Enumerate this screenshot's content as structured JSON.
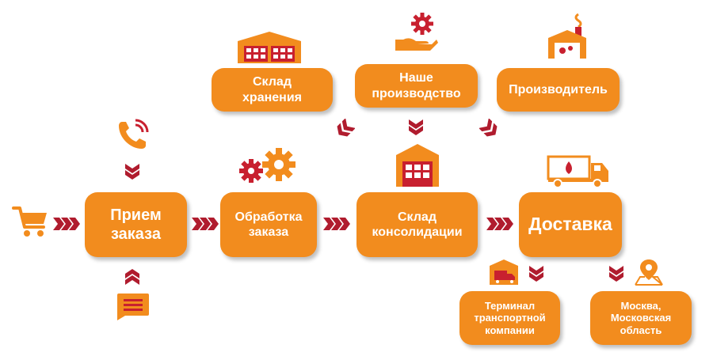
{
  "nodes": {
    "priem": "Прием\nзаказа",
    "obrabotka": "Обработка\nзаказа",
    "sklad_konsol": "Склад\nконсолидации",
    "dostavka": "Доставка",
    "sklad_hran": "Склад\nхранения",
    "nashe_proizv": "Наше\nпроизводство",
    "proizvoditel": "Производитель",
    "terminal": "Терминал\nтранспортной\nкомпании",
    "moskva": "Москва,\nМосковская\nобласть"
  },
  "colors": {
    "box": "#f28c1e",
    "arrow": "#b01c2e",
    "icon_orange": "#f28c1e",
    "icon_red": "#c8202f"
  },
  "icons": [
    "cart-icon",
    "phone-icon",
    "chat-icon",
    "gears-icon",
    "warehouse-icon",
    "factory-icon",
    "hand-gear-icon",
    "truck-icon",
    "terminal-icon",
    "location-pin-icon"
  ]
}
